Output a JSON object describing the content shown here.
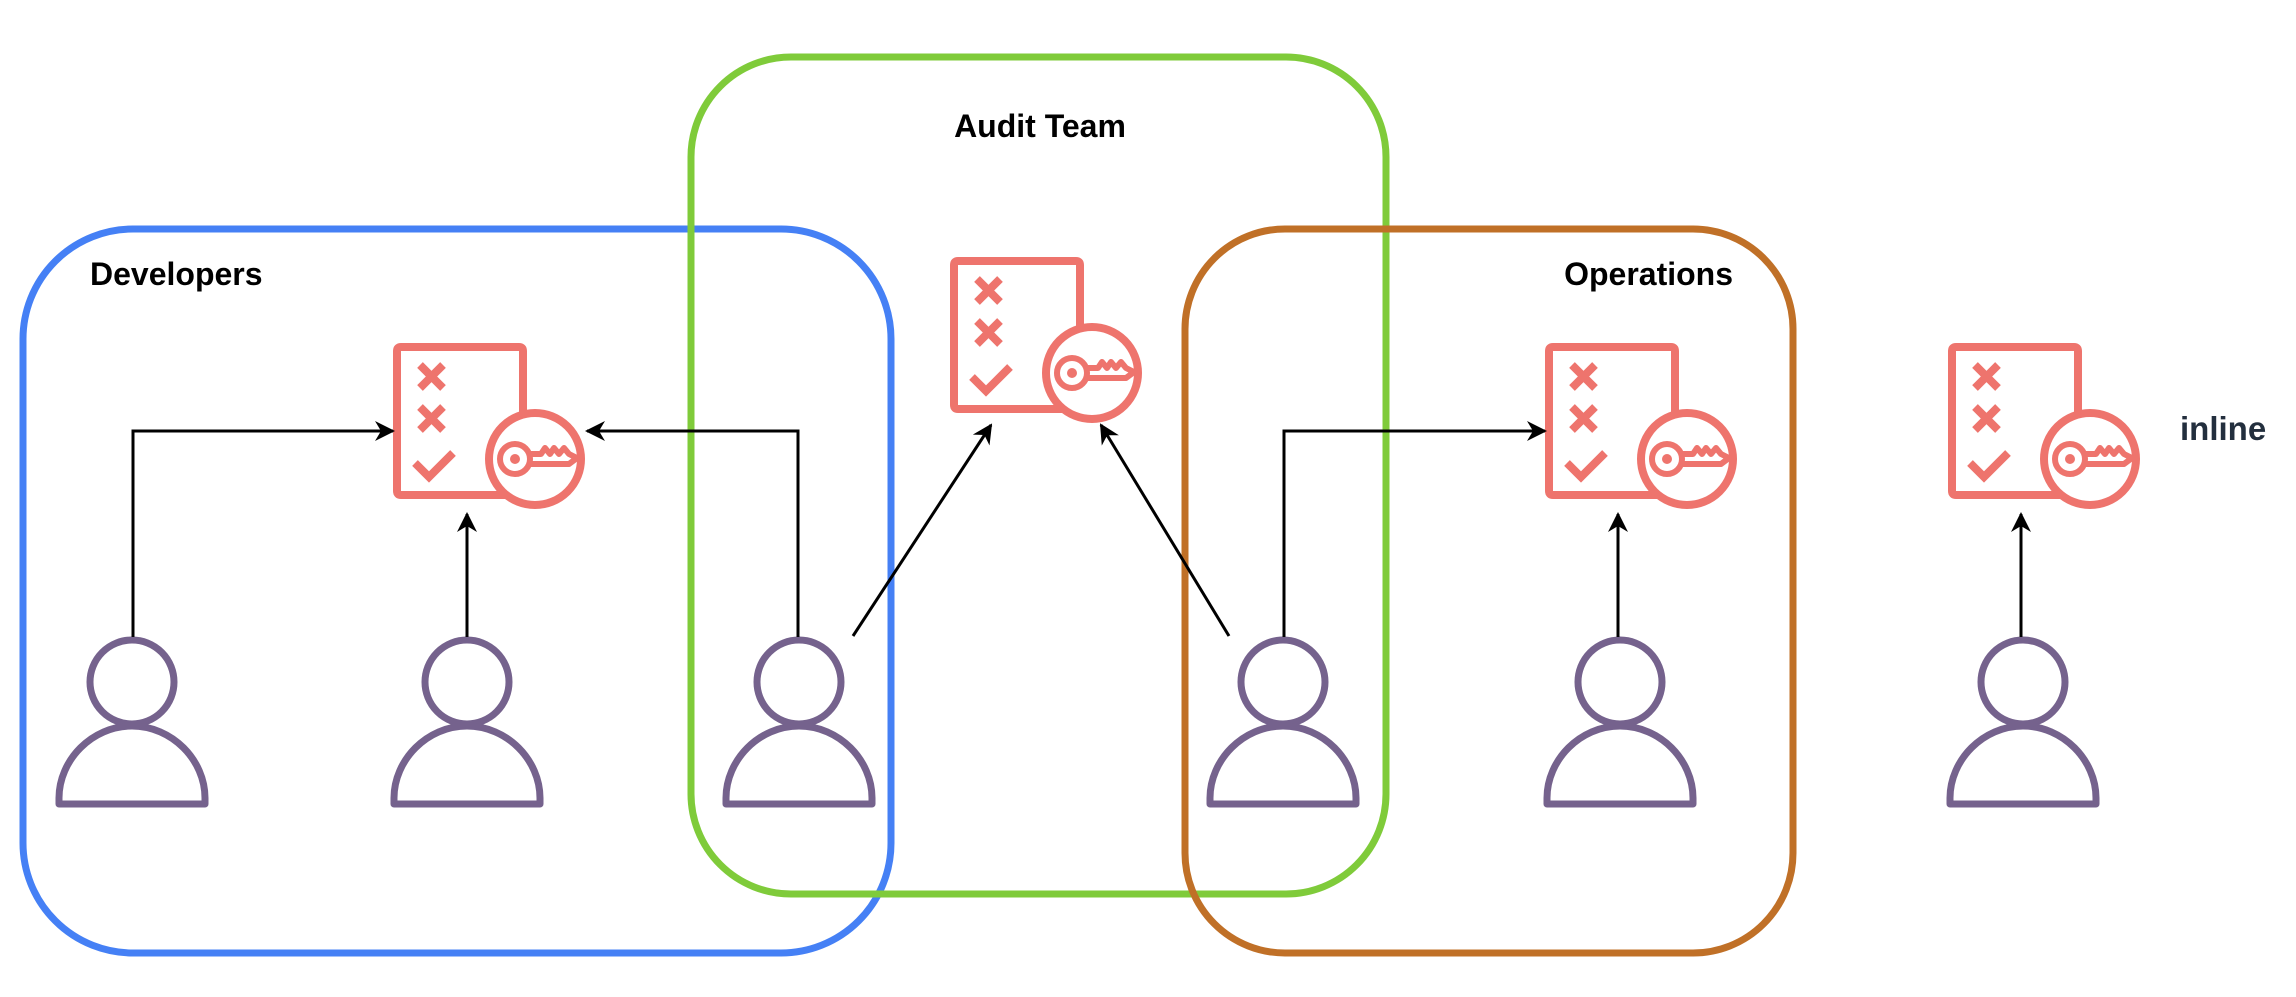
{
  "diagram": {
    "title": "IAM groups, users and policies",
    "colors": {
      "developers": "#4580F5",
      "audit": "#7FCB3A",
      "operations": "#C07027",
      "policy": "#EE746D",
      "user": "#75628D",
      "arrow": "#000000",
      "inline_label": "#232F3E"
    },
    "groups": [
      {
        "id": "developers",
        "label": "Developers"
      },
      {
        "id": "audit",
        "label": "Audit Team"
      },
      {
        "id": "operations",
        "label": "Operations"
      }
    ],
    "policies": [
      {
        "id": "dev-policy",
        "icon": "policy-key-icon",
        "group": "developers"
      },
      {
        "id": "audit-policy",
        "icon": "policy-key-icon",
        "group": "audit"
      },
      {
        "id": "ops-policy",
        "icon": "policy-key-icon",
        "group": "operations"
      },
      {
        "id": "inline-policy",
        "icon": "policy-key-icon",
        "group": null,
        "label": "inline"
      }
    ],
    "users": [
      {
        "id": "user-1",
        "icon": "user-icon",
        "groups": [
          "developers"
        ]
      },
      {
        "id": "user-2",
        "icon": "user-icon",
        "groups": [
          "developers"
        ]
      },
      {
        "id": "user-3",
        "icon": "user-icon",
        "groups": [
          "developers",
          "audit"
        ]
      },
      {
        "id": "user-4",
        "icon": "user-icon",
        "groups": [
          "operations",
          "audit"
        ]
      },
      {
        "id": "user-5",
        "icon": "user-icon",
        "groups": [
          "operations"
        ]
      },
      {
        "id": "user-6",
        "icon": "user-icon",
        "groups": []
      }
    ],
    "edges": [
      {
        "from": "user-1",
        "to": "dev-policy"
      },
      {
        "from": "user-2",
        "to": "dev-policy"
      },
      {
        "from": "user-3",
        "to": "dev-policy"
      },
      {
        "from": "user-3",
        "to": "audit-policy"
      },
      {
        "from": "user-4",
        "to": "audit-policy"
      },
      {
        "from": "user-4",
        "to": "ops-policy"
      },
      {
        "from": "user-5",
        "to": "ops-policy"
      },
      {
        "from": "user-6",
        "to": "inline-policy"
      }
    ]
  }
}
